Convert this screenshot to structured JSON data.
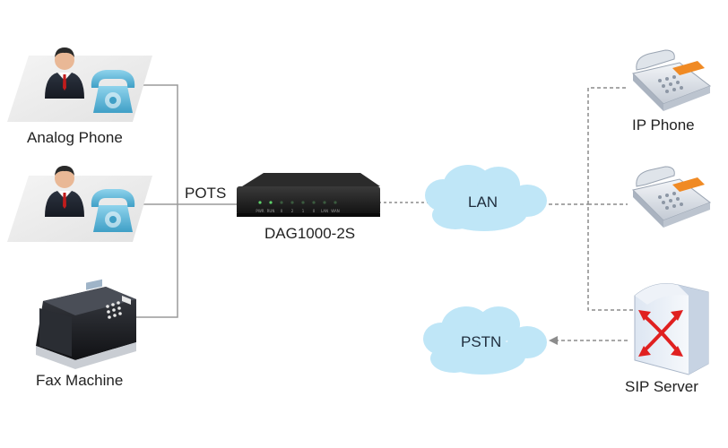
{
  "diagram": {
    "labels": {
      "analog_phone": "Analog Phone",
      "fax_machine": "Fax Machine",
      "pots": "POTS",
      "gateway": "DAG1000-2S",
      "lan": "LAN",
      "pstn": "PSTN",
      "ip_phone": "IP  Phone",
      "sip_server": "SIP Server"
    },
    "gateway_panel_text": [
      "PWR",
      "RUN",
      "0",
      "2",
      "1",
      "0",
      "LAN",
      "WAN"
    ],
    "colors": {
      "line": "#9a9a9a",
      "dashed_line": "#8c8c8c",
      "cloud": "#bfe6f7",
      "device_dark": "#1d1d1d",
      "phone_body": "#e4e8ee",
      "phone_display": "#f08a24",
      "sip_arrows": "#e02020",
      "platform": "#ebebeb"
    },
    "icons": [
      "businessman-icon",
      "handset-icon",
      "fax-machine-icon",
      "ip-phone-icon",
      "sip-server-icon",
      "cloud-icon",
      "gateway-device-icon"
    ]
  }
}
